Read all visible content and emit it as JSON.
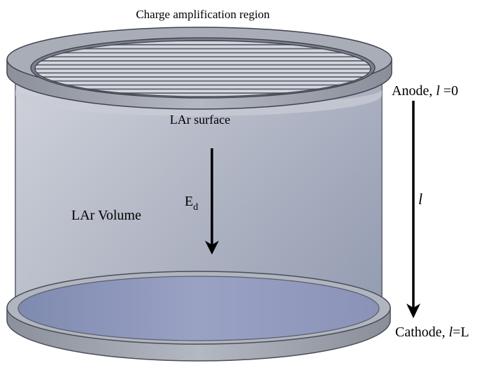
{
  "labels": {
    "top": "Charge amplification region",
    "surface": "LAr surface",
    "volume": "LAr Volume",
    "field_main": "E",
    "field_sub": "d",
    "anode_text": "Anode, ",
    "anode_var": "l",
    "anode_eq": " =0",
    "length_var": "l",
    "cathode_text": "Cathode, ",
    "cathode_var": "l",
    "cathode_eq": "=L"
  },
  "colors": {
    "vessel": "#9ea6b8",
    "vessel_light": "#c6cbd6",
    "flange": "#a3a8b4",
    "flange_dark": "#6a6e78",
    "grid_wire": "#d4d7de",
    "arrow": "#000000"
  }
}
